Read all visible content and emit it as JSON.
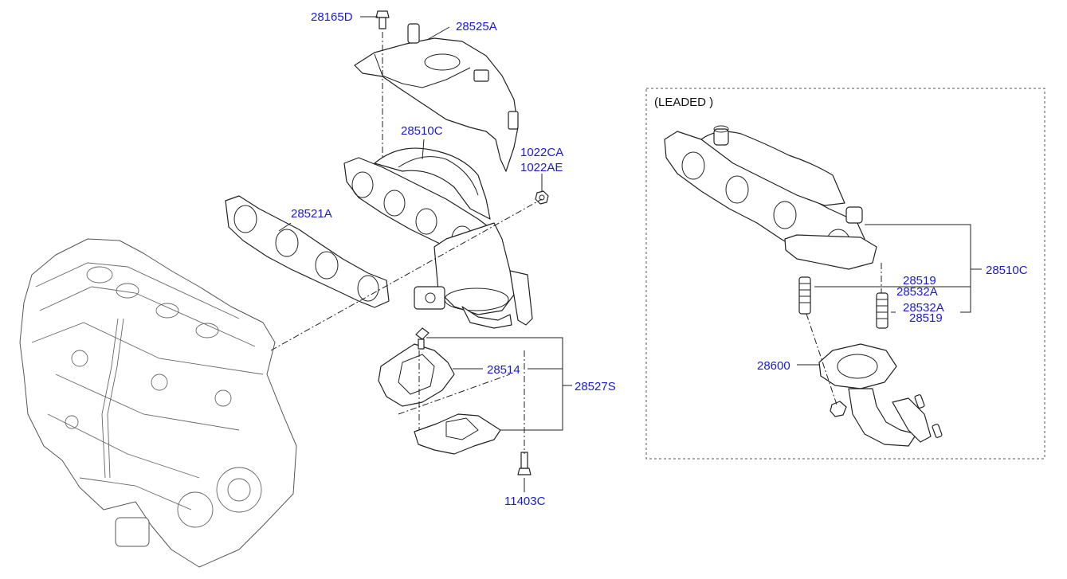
{
  "diagram": {
    "leaded_section": {
      "title": "(LEADED )"
    },
    "labels": {
      "p28165D": "28165D",
      "p28525A": "28525A",
      "p28510C_main": "28510C",
      "p1022CA": "1022CA",
      "p1022AE": "1022AE",
      "p28521A": "28521A",
      "p28514": "28514",
      "p28527S": "28527S",
      "p11403C": "11403C",
      "p28510C_leaded": "28510C",
      "p28519_a": "28519",
      "p28532A_a": "28532A",
      "p28532A_b": "28532A",
      "p28519_b": "28519",
      "p28600": "28600"
    }
  }
}
